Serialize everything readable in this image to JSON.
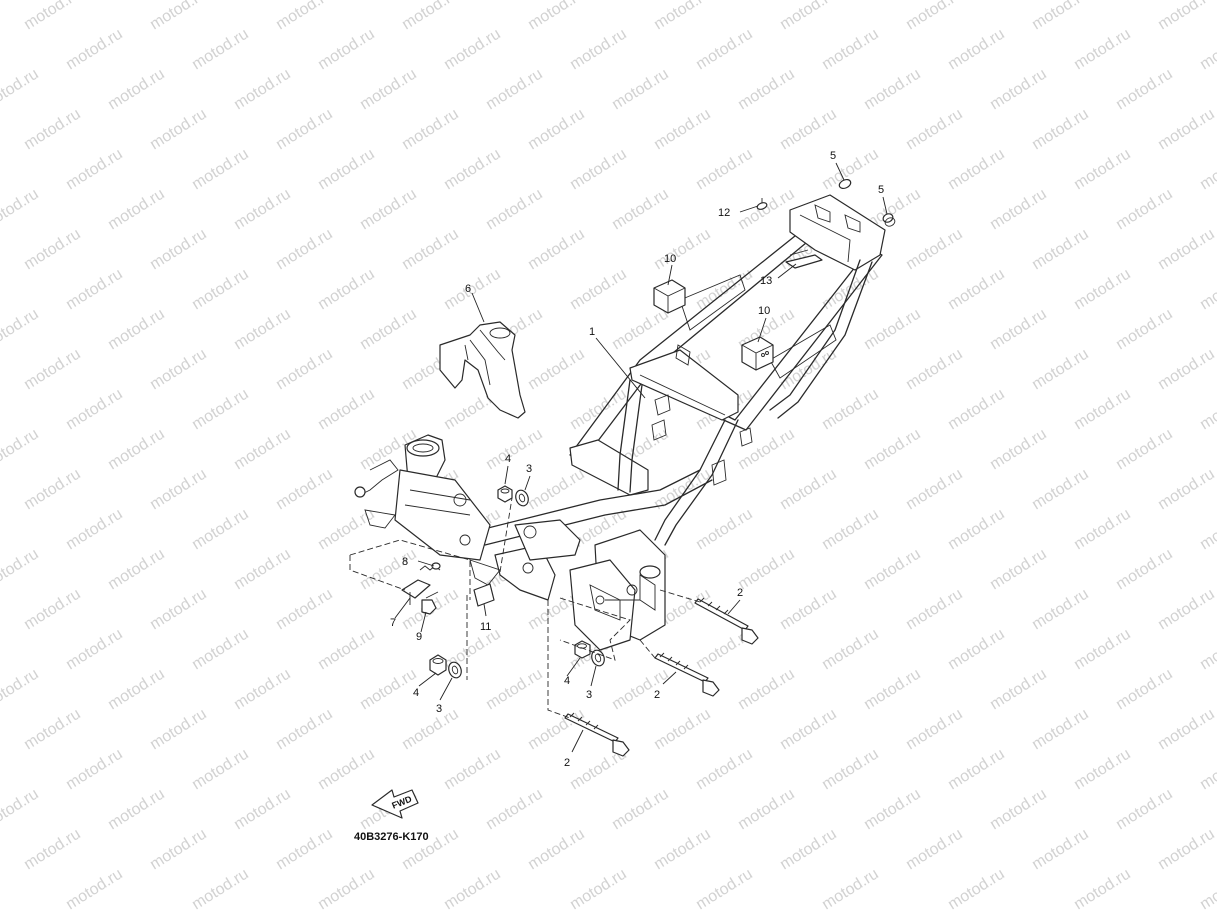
{
  "watermark": {
    "text": "motod.ru",
    "color": "#d2d2d2"
  },
  "diagram_code": "40B3276-K170",
  "fwd_label": "FWD",
  "callouts": [
    {
      "id": "c1",
      "label": "1"
    },
    {
      "id": "c2a",
      "label": "2"
    },
    {
      "id": "c2b",
      "label": "2"
    },
    {
      "id": "c2c",
      "label": "2"
    },
    {
      "id": "c3a",
      "label": "3"
    },
    {
      "id": "c3b",
      "label": "3"
    },
    {
      "id": "c3c",
      "label": "3"
    },
    {
      "id": "c4a",
      "label": "4"
    },
    {
      "id": "c4b",
      "label": "4"
    },
    {
      "id": "c4c",
      "label": "4"
    },
    {
      "id": "c5a",
      "label": "5"
    },
    {
      "id": "c5b",
      "label": "5"
    },
    {
      "id": "c6",
      "label": "6"
    },
    {
      "id": "c7",
      "label": "7"
    },
    {
      "id": "c8",
      "label": "8"
    },
    {
      "id": "c9",
      "label": "9"
    },
    {
      "id": "c10a",
      "label": "10"
    },
    {
      "id": "c10b",
      "label": "10"
    },
    {
      "id": "c11",
      "label": "11"
    },
    {
      "id": "c12",
      "label": "12"
    },
    {
      "id": "c13",
      "label": "13"
    }
  ]
}
